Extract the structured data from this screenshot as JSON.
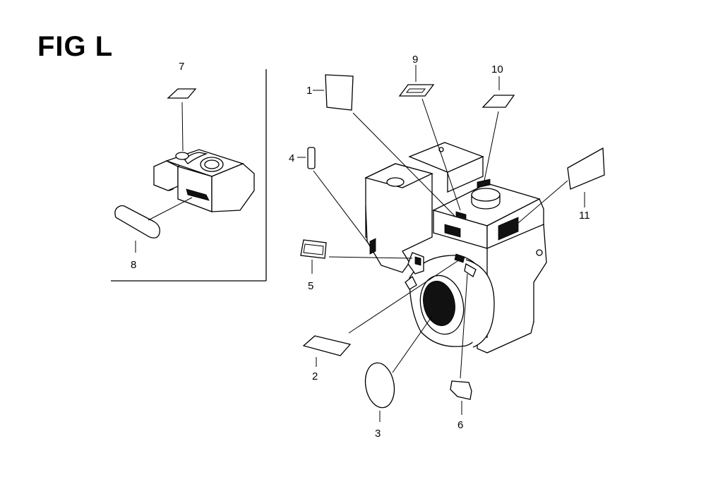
{
  "figure": {
    "title": "FIG L"
  },
  "callouts": {
    "c1": "1",
    "c2": "2",
    "c3": "3",
    "c4": "4",
    "c5": "5",
    "c6": "6",
    "c7": "7",
    "c8": "8",
    "c9": "9",
    "c10": "10",
    "c11": "11"
  },
  "colors": {
    "line": "#000000",
    "background": "#ffffff",
    "label_fill": "#111111"
  }
}
